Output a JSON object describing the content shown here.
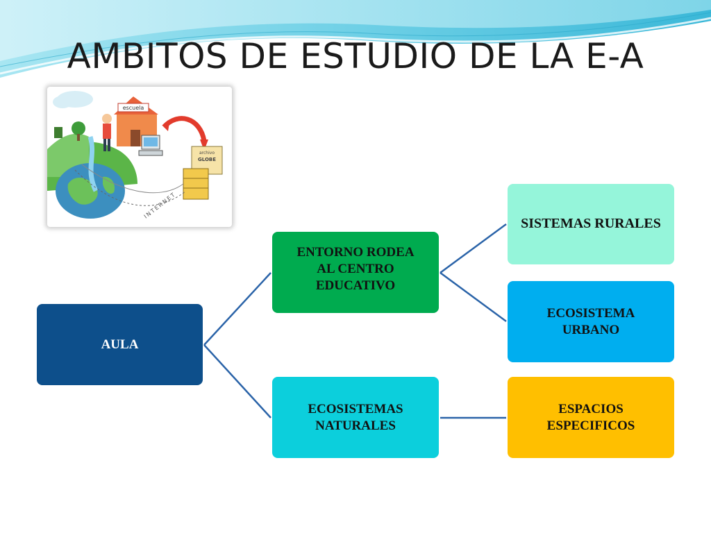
{
  "slide": {
    "title": "AMBITOS DE ESTUDIO DE LA E-A"
  },
  "illustration": {
    "icon": "school-internet-globe-icon",
    "school_sign": "escuela",
    "archive_label_1": "archivo",
    "archive_label_2": "GLOBE",
    "internet_label": "INTERNET"
  },
  "diagram": {
    "nodes": {
      "aula": "AULA",
      "entorno": "ENTORNO  RODEA\nAL CENTRO\nEDUCATIVO",
      "naturales": "ECOSISTEMAS\nNATURALES",
      "rurales": "SISTEMAS RURALES",
      "urbano": "ECOSISTEMA\nURBANO",
      "especificos": "ESPACIOS\nESPECIFICOS"
    },
    "colors": {
      "aula": "#0d4f8b",
      "entorno": "#00ab4f",
      "naturales": "#0ccfdc",
      "rurales": "#95f5da",
      "urbano": "#00aeef",
      "especificos": "#ffbf00",
      "connector": "#2a63a8"
    },
    "edges": [
      [
        "aula",
        "entorno"
      ],
      [
        "aula",
        "naturales"
      ],
      [
        "entorno",
        "rurales"
      ],
      [
        "entorno",
        "urbano"
      ],
      [
        "naturales",
        "especificos"
      ]
    ]
  }
}
